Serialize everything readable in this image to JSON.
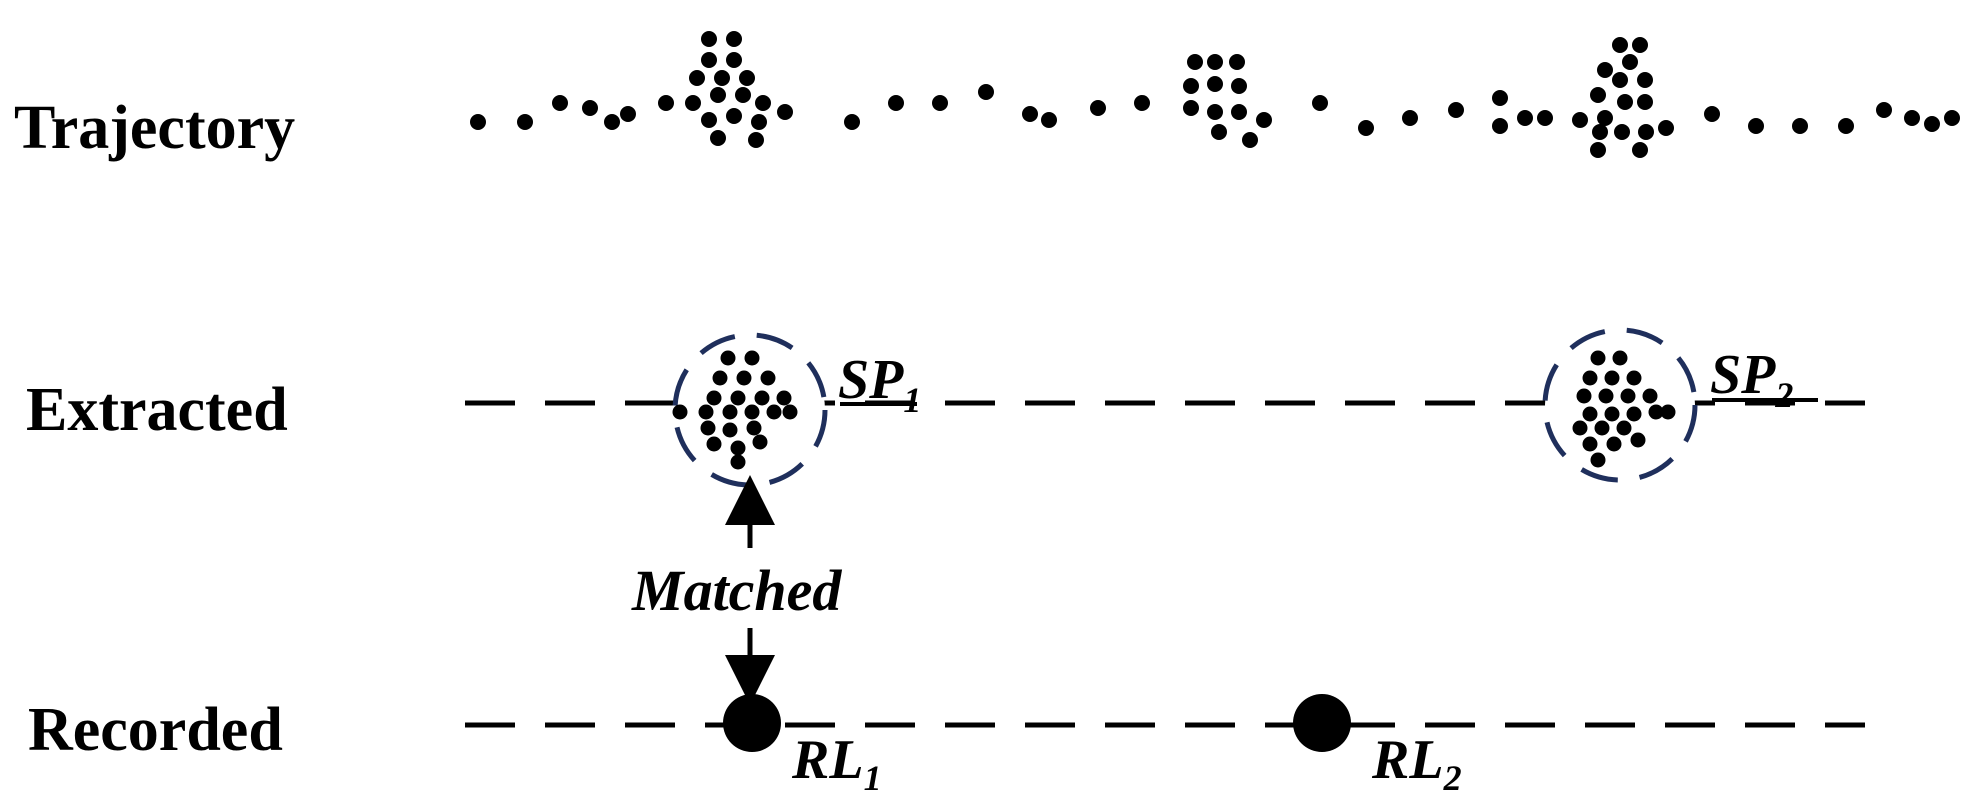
{
  "rows": {
    "trajectory": "Trajectory",
    "extracted": "Extracted",
    "recorded": "Recorded"
  },
  "stay_points": [
    {
      "name": "SP",
      "sub": "1"
    },
    {
      "name": "SP",
      "sub": "2"
    }
  ],
  "recorded_locations": [
    {
      "name": "RL",
      "sub": "1"
    },
    {
      "name": "RL",
      "sub": "2"
    }
  ],
  "arrow_label": "Matched",
  "colors": {
    "ink": "#000000",
    "circle_outline": "#1f2f5c"
  }
}
